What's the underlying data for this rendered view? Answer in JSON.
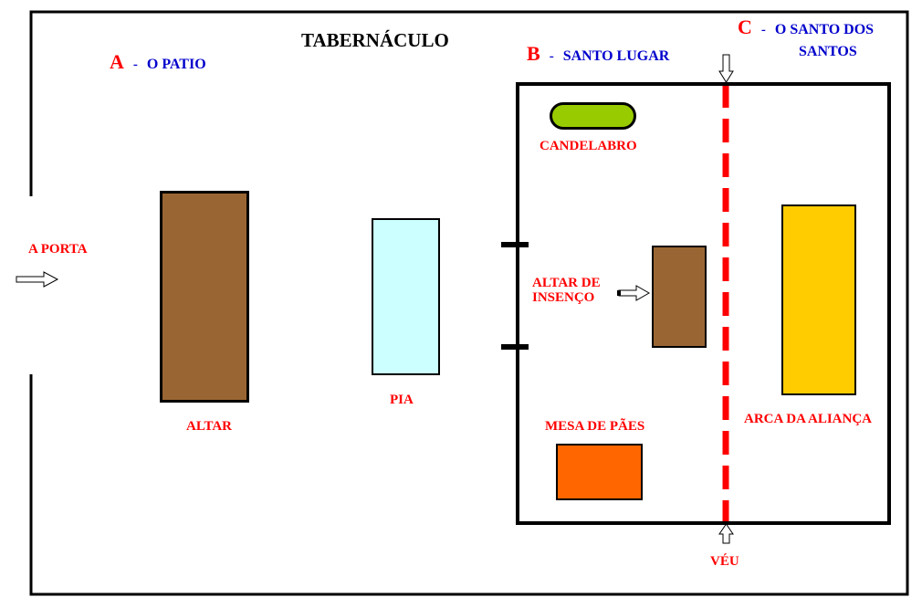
{
  "title": "TABERNÁCULO",
  "sections": {
    "a": {
      "letter": "A",
      "dash": "-",
      "name": "O PATIO"
    },
    "b": {
      "letter": "B",
      "dash": "-",
      "name": "SANTO LUGAR"
    },
    "c": {
      "letter": "C",
      "dash": "-",
      "name_line1": "O SANTO DOS",
      "name_line2": "SANTOS"
    }
  },
  "labels": {
    "porta": "A PORTA",
    "altar": "ALTAR",
    "pia": "PIA",
    "candelabro": "CANDELABRO",
    "altar_incenso_line1": "ALTAR DE",
    "altar_incenso_line2": "INSENÇO",
    "mesa": "MESA DE PÃES",
    "arca": "ARCA DA ALIANÇA",
    "veu": "VÉU"
  },
  "colors": {
    "altar": "#996633",
    "pia": "#ccffff",
    "candelabro": "#99cc00",
    "altar_incenso": "#996633",
    "mesa": "#ff6600",
    "arca": "#ffcc00",
    "veu": "#ff0000",
    "labels": "#ff0000",
    "section_names": "#0000cc"
  }
}
